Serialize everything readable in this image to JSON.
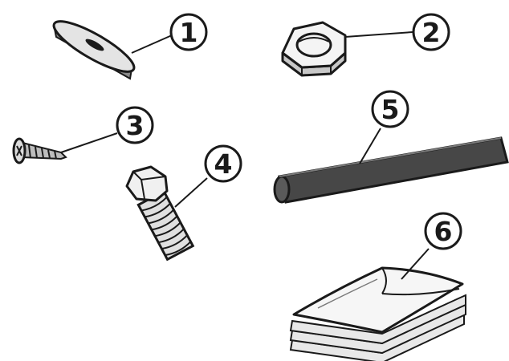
{
  "colors": {
    "background": "#ffffff",
    "ink": "#1a1a1a",
    "light_fill": "#f2f2f2",
    "mid_fill": "#d0d0d0",
    "tube_fill": "#474747"
  },
  "parts": [
    {
      "number": "1",
      "icon": "washer-icon"
    },
    {
      "number": "2",
      "icon": "hex-nut-icon"
    },
    {
      "number": "3",
      "icon": "screw-icon"
    },
    {
      "number": "4",
      "icon": "hex-bolt-icon"
    },
    {
      "number": "5",
      "icon": "tube-icon"
    },
    {
      "number": "6",
      "icon": "pads-icon"
    }
  ]
}
